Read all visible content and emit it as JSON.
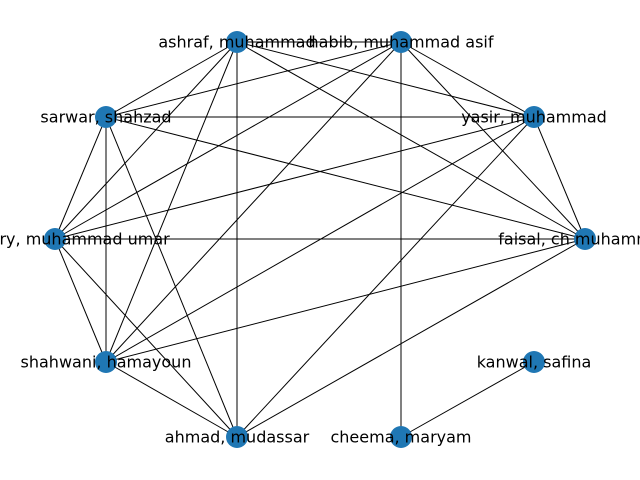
{
  "node_color": "#1f77b4",
  "edge_color": "#000000",
  "nodes": [
    {
      "id": "ashraf",
      "label": "ashraf, muhammad"
    },
    {
      "id": "habib",
      "label": "habib, muhammad asif"
    },
    {
      "id": "yasir",
      "label": "yasir, muhammad"
    },
    {
      "id": "faisal",
      "label": "faisal, ch muhammad"
    },
    {
      "id": "kanwal",
      "label": "kanwal, safina"
    },
    {
      "id": "cheema",
      "label": "cheema, maryam"
    },
    {
      "id": "ahmad",
      "label": "ahmad, mudassar"
    },
    {
      "id": "shahwani",
      "label": "shahwani, hamayoun"
    },
    {
      "id": "umar",
      "label": "chaudhry, muhammad umar"
    },
    {
      "id": "sarwar",
      "label": "sarwar, shahzad"
    }
  ],
  "edges": [
    [
      "ashraf",
      "habib"
    ],
    [
      "ashraf",
      "yasir"
    ],
    [
      "ashraf",
      "faisal"
    ],
    [
      "ashraf",
      "ahmad"
    ],
    [
      "ashraf",
      "shahwani"
    ],
    [
      "ashraf",
      "umar"
    ],
    [
      "ashraf",
      "sarwar"
    ],
    [
      "habib",
      "yasir"
    ],
    [
      "habib",
      "faisal"
    ],
    [
      "habib",
      "cheema"
    ],
    [
      "habib",
      "shahwani"
    ],
    [
      "habib",
      "umar"
    ],
    [
      "habib",
      "sarwar"
    ],
    [
      "yasir",
      "faisal"
    ],
    [
      "yasir",
      "ahmad"
    ],
    [
      "yasir",
      "shahwani"
    ],
    [
      "yasir",
      "umar"
    ],
    [
      "yasir",
      "sarwar"
    ],
    [
      "faisal",
      "shahwani"
    ],
    [
      "faisal",
      "umar"
    ],
    [
      "faisal",
      "sarwar"
    ],
    [
      "faisal",
      "ahmad"
    ],
    [
      "kanwal",
      "cheema"
    ],
    [
      "ahmad",
      "shahwani"
    ],
    [
      "ahmad",
      "umar"
    ],
    [
      "ahmad",
      "sarwar"
    ],
    [
      "shahwani",
      "umar"
    ],
    [
      "shahwani",
      "sarwar"
    ],
    [
      "umar",
      "sarwar"
    ]
  ]
}
